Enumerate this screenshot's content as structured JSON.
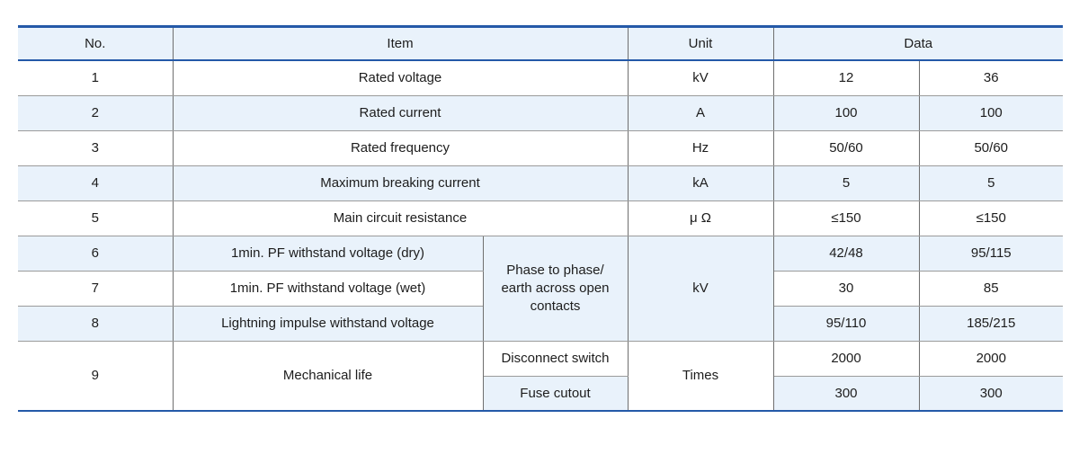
{
  "header": {
    "no": "No.",
    "item": "Item",
    "unit": "Unit",
    "data": "Data"
  },
  "rows": [
    {
      "no": "1",
      "item": "Rated voltage",
      "unit": "kV",
      "data1": "12",
      "data2": "36"
    },
    {
      "no": "2",
      "item": "Rated current",
      "unit": "A",
      "data1": "100",
      "data2": "100"
    },
    {
      "no": "3",
      "item": "Rated frequency",
      "unit": "Hz",
      "data1": "50/60",
      "data2": "50/60"
    },
    {
      "no": "4",
      "item": "Maximum breaking current",
      "unit": "kA",
      "data1": "5",
      "data2": "5"
    },
    {
      "no": "5",
      "item": "Main circuit resistance",
      "unit": "μ Ω",
      "data1": "≤150",
      "data2": "≤150"
    },
    {
      "no": "6",
      "item": "1min. PF withstand voltage (dry)",
      "data1": "42/48",
      "data2": "95/115"
    },
    {
      "no": "7",
      "item": "1min. PF withstand voltage (wet)",
      "data1": "30",
      "data2": "85"
    },
    {
      "no": "8",
      "item": "Lightning impulse withstand voltage",
      "data1": "95/110",
      "data2": "185/215"
    },
    {
      "no": "9",
      "item": "Mechanical life",
      "sub_item": "Disconnect switch",
      "unit": "Times",
      "data1": "2000",
      "data2": "2000"
    },
    {
      "sub_item": "Fuse cutout",
      "data1": "300",
      "data2": "300"
    }
  ],
  "merged": {
    "phase_label": "Phase to phase/\nearth across open\ncontacts",
    "phase_unit": "kV"
  },
  "colors": {
    "accent_blue": "#2459a8",
    "row_alt_bg": "#e9f2fb",
    "grid_gray_horizontal": "#9b9b9b",
    "grid_gray_vertical": "#6f6f6f",
    "text": "#1d1d1d"
  }
}
